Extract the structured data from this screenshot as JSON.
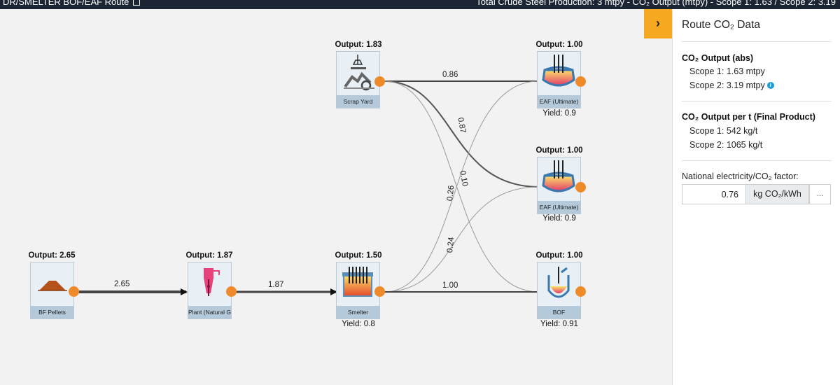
{
  "header": {
    "title": "DR/SMELTER BOF/EAF Route",
    "summary": "Total Crude Steel Production: 3 mtpy - CO₂ Output (mtpy) - Scope 1: 1.63 / Scope 2: 3.19"
  },
  "nodes": {
    "bf_pellets": {
      "label": "BF Pellets",
      "output": "Output: 2.65",
      "icon": "pellet-pile-icon"
    },
    "plant": {
      "label": "Plant (Natural G",
      "output": "Output: 1.87",
      "icon": "dri-shaft-furnace-icon"
    },
    "scrap_yard": {
      "label": "Scrap Yard",
      "output": "Output: 1.83",
      "icon": "scrap-crane-icon"
    },
    "smelter": {
      "label": "Smelter",
      "output": "Output: 1.50",
      "yield": "Yield: 0.8",
      "icon": "smelter-furnace-icon"
    },
    "eaf1": {
      "label": "EAF (Ultimate)",
      "output": "Output: 1.00",
      "yield": "Yield: 0.9",
      "icon": "eaf-icon"
    },
    "eaf2": {
      "label": "EAF (Ultimate)",
      "output": "Output: 1.00",
      "yield": "Yield: 0.9",
      "icon": "eaf-icon"
    },
    "bof": {
      "label": "BOF",
      "output": "Output: 1.00",
      "yield": "Yield: 0.91",
      "icon": "bof-converter-icon"
    }
  },
  "flows": {
    "pellets_to_plant": "2.65",
    "plant_to_smelter": "1.87",
    "scrap_to_eaf1": "0.86",
    "scrap_to_eaf2": "0.87",
    "scrap_to_bof": "0.10",
    "smelter_to_eaf1": "0.26",
    "smelter_to_eaf2": "0.24",
    "smelter_to_bof": "1.00"
  },
  "panel": {
    "toggle_icon": "›",
    "title": "Route CO₂ Data",
    "abs_title": "CO₂ Output (abs)",
    "abs_scope1": "Scope 1: 1.63 mtpy",
    "abs_scope2": "Scope 2: 3.19 mtpy",
    "pert_title": "CO₂ Output per t (Final Product)",
    "pert_scope1": "Scope 1: 542 kg/t",
    "pert_scope2": "Scope 2: 1065 kg/t",
    "factor_label": "National electricity/CO₂ factor:",
    "factor_value": "0.76",
    "factor_unit": "kg CO₂/kWh",
    "factor_more": "...",
    "info": "i"
  },
  "colors": {
    "port": "#ef8a2b",
    "accent": "#f6a821",
    "header": "#1c2533",
    "node_label_bg": "#b4c9d9",
    "info": "#1a9bd7"
  }
}
